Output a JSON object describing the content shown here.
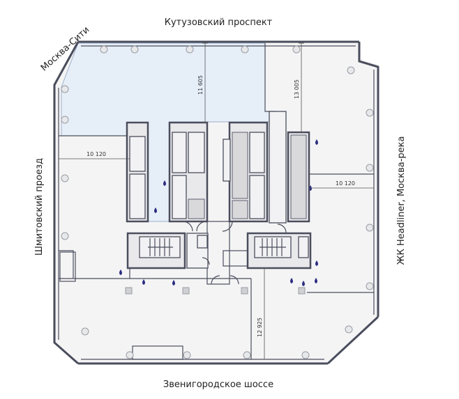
{
  "streets": {
    "top": "Кутузовский проспект",
    "bottom": "Звенигородское шоссе",
    "left": "Шмитовский проезд",
    "right": "ЖК Headliner, Москва-река",
    "top_left": "Москва-Сити"
  },
  "dimensions": {
    "d_left": "10 120",
    "d_top_center": "11 605",
    "d_top_right": "13 005",
    "d_right": "10 120",
    "d_bottom": "12 925"
  },
  "colors": {
    "highlight": "#e6eef8",
    "floor": "#f4f4f5",
    "wall": "#4a4d5c",
    "water_marker": "#2c2e82"
  }
}
